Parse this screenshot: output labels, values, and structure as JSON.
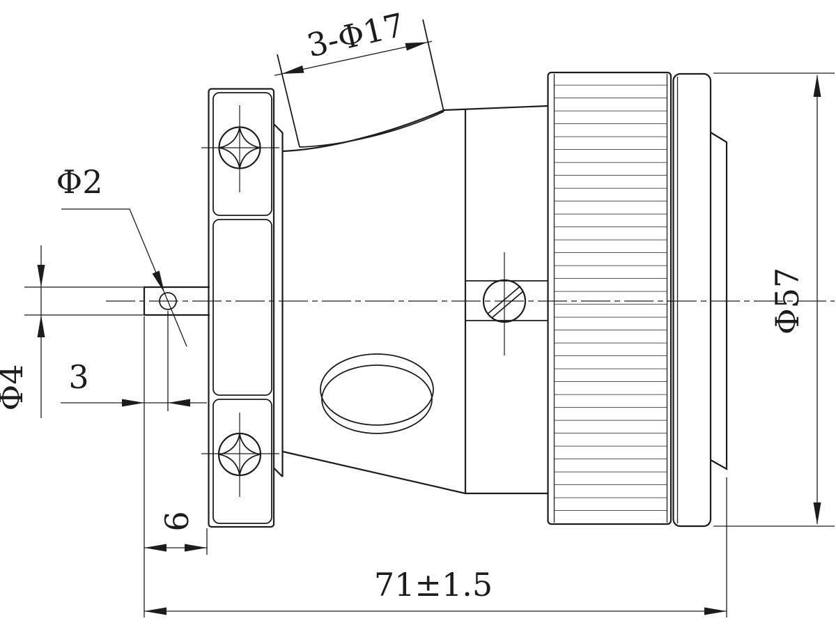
{
  "drawing": {
    "kind": "technical line drawing",
    "subject": "circular connector side view",
    "background": "#ffffff",
    "line_color": "#1c1c1c"
  },
  "labels": {
    "flange_holes": "3-Φ17",
    "cross_hole_dia": "Φ2",
    "pin_dia": "Φ4",
    "cross_hole_offset": "3",
    "pin_length": "6",
    "overall_length": "71±1.5",
    "shell_dia": "Φ57"
  }
}
